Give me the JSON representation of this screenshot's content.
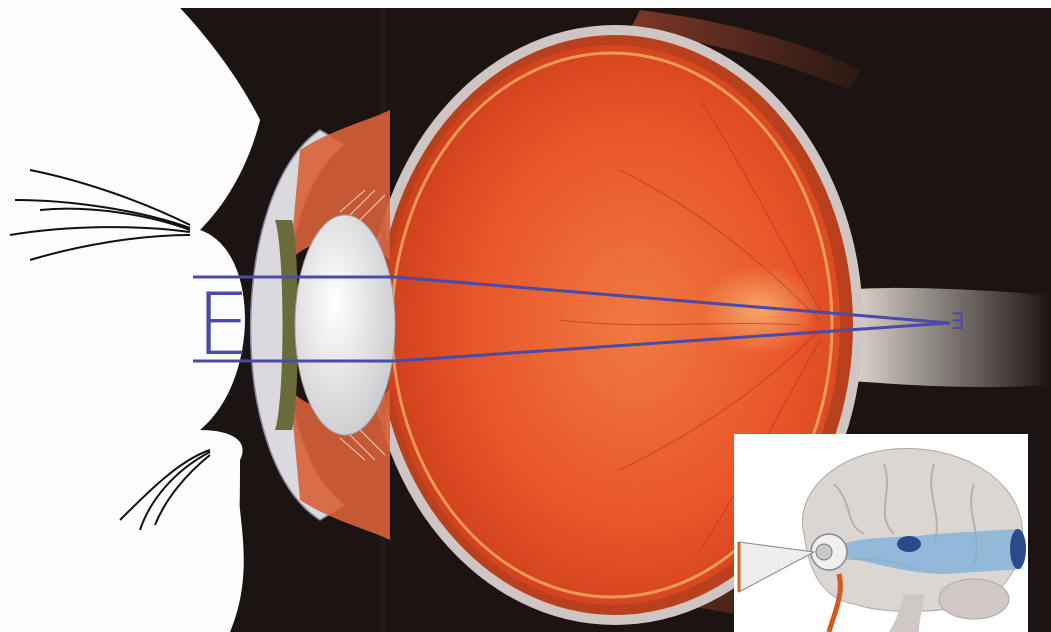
{
  "diagram": {
    "object_letter": "E",
    "image_letter": "E",
    "colors": {
      "ray_lines": "#4a4aa8",
      "eyeball_interior": "#ea5a2c",
      "sclera": "#d8cfcf",
      "background_dark": "#1c1412",
      "lens": "#e8e8ea",
      "brain": "#dcd6d2",
      "visual_pathway": "#7fb2d8"
    },
    "icons": [
      "eye-cross-section-illustration",
      "brain-illustration",
      "eyelash-icon",
      "down-arrow-icon"
    ]
  }
}
